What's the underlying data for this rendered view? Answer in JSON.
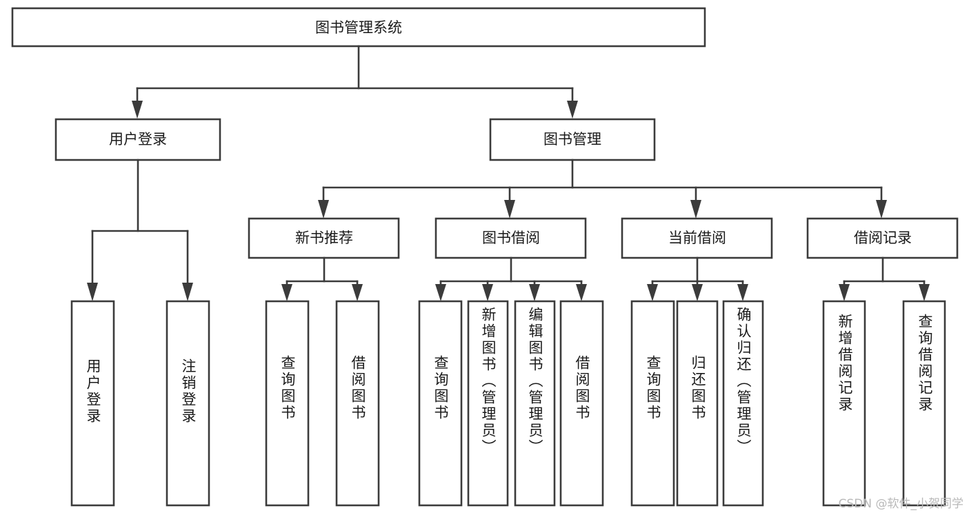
{
  "diagram": {
    "type": "tree-hierarchy",
    "title": "图书管理系统",
    "watermark": "CSDN @软件_小贺同学",
    "colors": {
      "stroke": "#3b3b3b",
      "fill": "#ffffff",
      "text": "#1a1a1a",
      "watermark": "#b9b9b9",
      "background": "#ffffff"
    },
    "nodes": {
      "root": {
        "label": "图书管理系统",
        "orientation": "horizontal"
      },
      "level1": [
        {
          "id": "user-login",
          "label": "用户登录",
          "orientation": "horizontal"
        },
        {
          "id": "book-management",
          "label": "图书管理",
          "orientation": "horizontal"
        }
      ],
      "level2": [
        {
          "id": "new-book-recommend",
          "label": "新书推荐",
          "orientation": "horizontal"
        },
        {
          "id": "book-borrow",
          "label": "图书借阅",
          "orientation": "horizontal"
        },
        {
          "id": "current-borrow",
          "label": "当前借阅",
          "orientation": "horizontal"
        },
        {
          "id": "borrow-record",
          "label": "借阅记录",
          "orientation": "horizontal"
        }
      ],
      "leaves": [
        {
          "id": "leaf-user-login",
          "label": "用户登录",
          "parent": "user-login",
          "orientation": "vertical"
        },
        {
          "id": "leaf-user-logout",
          "label": "注销登录",
          "parent": "user-login",
          "orientation": "vertical"
        },
        {
          "id": "leaf-query-book-1",
          "label": "查询图书",
          "parent": "new-book-recommend",
          "orientation": "vertical"
        },
        {
          "id": "leaf-borrow-book-1",
          "label": "借阅图书",
          "parent": "new-book-recommend",
          "orientation": "vertical"
        },
        {
          "id": "leaf-query-book-2",
          "label": "查询图书",
          "parent": "book-borrow",
          "orientation": "vertical"
        },
        {
          "id": "leaf-add-book",
          "label": "新增图书（管理员）",
          "parent": "book-borrow",
          "orientation": "vertical"
        },
        {
          "id": "leaf-edit-book",
          "label": "编辑图书（管理员）",
          "parent": "book-borrow",
          "orientation": "vertical"
        },
        {
          "id": "leaf-borrow-book-2",
          "label": "借阅图书",
          "parent": "book-borrow",
          "orientation": "vertical"
        },
        {
          "id": "leaf-query-book-3",
          "label": "查询图书",
          "parent": "current-borrow",
          "orientation": "vertical"
        },
        {
          "id": "leaf-return-book",
          "label": "归还图书",
          "parent": "current-borrow",
          "orientation": "vertical"
        },
        {
          "id": "leaf-confirm-return",
          "label": "确认归还（管理员）",
          "parent": "current-borrow",
          "orientation": "vertical"
        },
        {
          "id": "leaf-add-record",
          "label": "新增借阅记录",
          "parent": "borrow-record",
          "orientation": "vertical"
        },
        {
          "id": "leaf-query-record",
          "label": "查询借阅记录",
          "parent": "borrow-record",
          "orientation": "vertical"
        }
      ]
    }
  }
}
